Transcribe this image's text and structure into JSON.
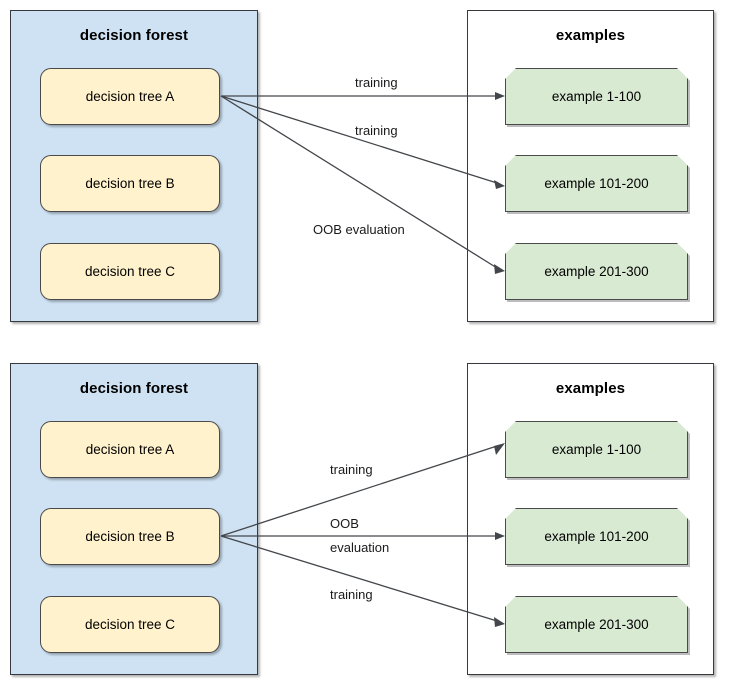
{
  "colors": {
    "forest_fill": "#cfe2f3",
    "tree_fill": "#fff2cc",
    "example_fill": "#d9ead3",
    "border": "#4a4a4a",
    "edge": "#43464a",
    "page_background": "#ffffff"
  },
  "labels": {
    "training": "training",
    "oob_evaluation": "OOB evaluation",
    "oob_line1": "OOB",
    "oob_line2": "evaluation"
  },
  "panels": [
    {
      "id": "panel-top",
      "active_tree": "decision tree A",
      "forest": {
        "title": "decision forest",
        "trees": [
          {
            "label": "decision tree A"
          },
          {
            "label": "decision tree B"
          },
          {
            "label": "decision tree C"
          }
        ]
      },
      "examples": {
        "title": "examples",
        "items": [
          {
            "label": "example 1-100"
          },
          {
            "label": "example 101-200"
          },
          {
            "label": "example 201-300"
          }
        ]
      },
      "edges": [
        {
          "from": "decision tree A",
          "to": "example 1-100",
          "label": "training"
        },
        {
          "from": "decision tree A",
          "to": "example 101-200",
          "label": "training"
        },
        {
          "from": "decision tree A",
          "to": "example 201-300",
          "label": "OOB evaluation"
        }
      ]
    },
    {
      "id": "panel-bottom",
      "active_tree": "decision tree B",
      "forest": {
        "title": "decision forest",
        "trees": [
          {
            "label": "decision tree A"
          },
          {
            "label": "decision tree B"
          },
          {
            "label": "decision tree C"
          }
        ]
      },
      "examples": {
        "title": "examples",
        "items": [
          {
            "label": "example 1-100"
          },
          {
            "label": "example 101-200"
          },
          {
            "label": "example 201-300"
          }
        ]
      },
      "edges": [
        {
          "from": "decision tree B",
          "to": "example 1-100",
          "label": "training"
        },
        {
          "from": "decision tree B",
          "to": "example 101-200",
          "label": "OOB evaluation"
        },
        {
          "from": "decision tree B",
          "to": "example 201-300",
          "label": "training"
        }
      ]
    }
  ]
}
